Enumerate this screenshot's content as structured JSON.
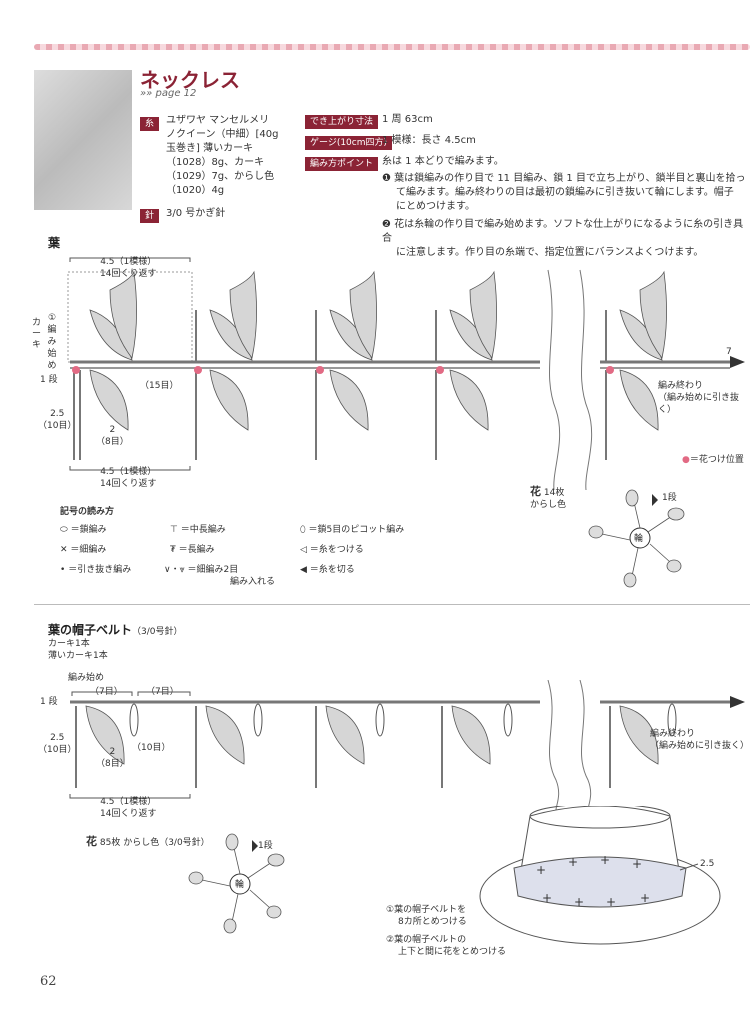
{
  "header": {
    "title": "ネックレス",
    "page_ref": "»» page 12"
  },
  "materials": {
    "yarn_label": "糸",
    "yarn_lines": [
      "ユザワヤ マンセルメリ",
      "ノクイーン（中細）[40g",
      "玉巻き] 薄いカーキ",
      "（1028）8g、カーキ",
      "（1029）7g、からし色",
      "（1020）4g"
    ],
    "hook_label": "針",
    "hook_text": "3/0 号かぎ針"
  },
  "specs": {
    "size_label": "でき上がり寸法",
    "size_text": "1 周 63cm",
    "gauge_label": "ゲージ(10cm四方)",
    "gauge_text": "1 模様：長さ 4.5cm",
    "point_label": "編み方ポイント",
    "point_intro": "糸は 1 本どりで編みます。",
    "point1": [
      "❶ 葉は鎖編みの作り目で 11 目編み、鎖 1 目で立ち上がり、鎖半目と裏山を拾っ",
      "て編みます。編み終わりの目は最初の鎖編みに引き抜いて輪にします。帽子",
      "にとめつけます。"
    ],
    "point2": [
      "❷ 花は糸輪の作り目で編み始めます。ソフトな仕上がりになるように糸の引き具合",
      "に注意します。作り目の糸端で、指定位置にバランスよくつけます。"
    ]
  },
  "leaf_section": {
    "title": "葉",
    "top_repeat": [
      "4.5（1模様）",
      "14回くり返す"
    ],
    "start_label": [
      "①",
      "編",
      "み",
      "始",
      "め"
    ],
    "start_color": "カーキ",
    "row1": "1 段",
    "fifteen": "（15目）",
    "height": [
      "2.5",
      "（10目）"
    ],
    "two": [
      "2",
      "（8目）"
    ],
    "bottom_repeat": [
      "4.5（1模様）",
      "14回くり返す"
    ],
    "end_label": [
      "編み終わり",
      "（編み始めに引き抜く）"
    ],
    "flower_pos": "＝花つけ位置",
    "seven": "7"
  },
  "legend": {
    "title": "記号の読み方",
    "items": [
      "＝鎖編み",
      "＝細編み",
      "＝引き抜き編み",
      "＝中長編み",
      "＝長編み",
      "＝細編み2目",
      "編み入れる",
      "＝鎖5目のピコット編み",
      "＝糸をつける",
      "＝糸を切る"
    ]
  },
  "flower1": {
    "title": "花",
    "count": "14枚",
    "color": "からし色",
    "row": "1段",
    "center": "輪"
  },
  "belt": {
    "title": "葉の帽子ベルト",
    "hook": "（3/0号針）",
    "yarn": [
      "カーキ1本",
      "薄いカーキ1本"
    ],
    "start": "編み始め",
    "seven1": "（7目）",
    "seven2": "（7目）",
    "row1": "1 段",
    "height": [
      "2.5",
      "（10目）"
    ],
    "ten": "（10目）",
    "two": [
      "2",
      "（8目）"
    ],
    "bottom_repeat": [
      "4.5（1模様）",
      "14回くり返す"
    ],
    "end_label": [
      "編み終わり",
      "（編み始めに引き抜く）"
    ]
  },
  "flower2": {
    "title": "花",
    "info": "85枚 からし色（3/0号針）",
    "row": "1段",
    "center": "輪"
  },
  "hat": {
    "dim": "2.5",
    "note1": [
      "①葉の帽子ベルトを",
      "8カ所とめつける"
    ],
    "note2": [
      "②葉の帽子ベルトの",
      "上下と間に花をとめつける"
    ]
  },
  "page_number": "62",
  "colors": {
    "accent": "#8b2335",
    "marker": "#e26a84"
  }
}
